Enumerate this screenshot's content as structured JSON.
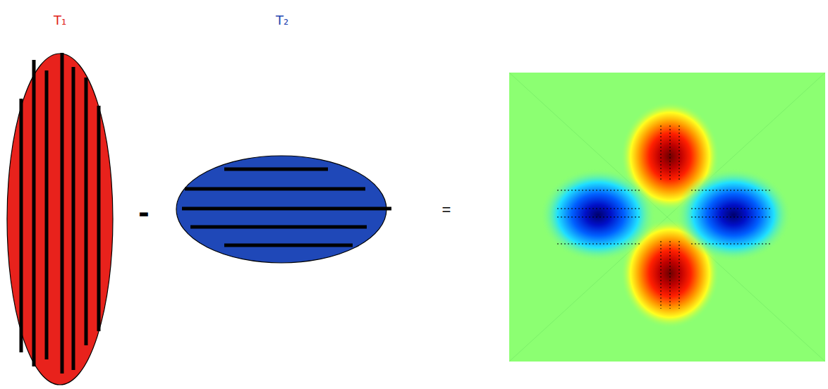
{
  "diagram": {
    "nodes": [
      {
        "text": [
          "T₁"
        ]
      },
      {
        "text": [
          "T₂"
        ]
      }
    ],
    "labels": [
      "-",
      "="
    ]
  }
}
